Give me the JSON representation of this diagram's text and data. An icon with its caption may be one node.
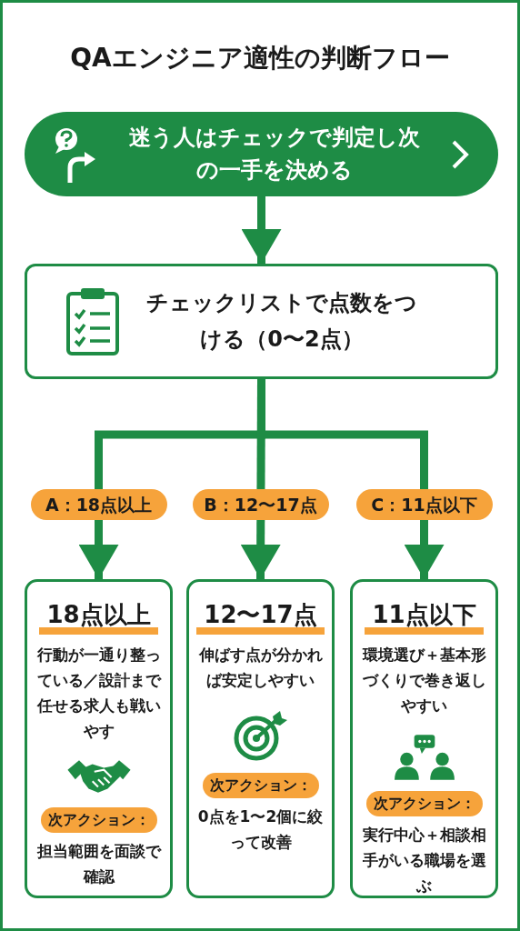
{
  "diagram": {
    "title": "QAエンジニア適性の判断フロー",
    "nodes": [
      {
        "text": [
          "迷う人はチェックで判定し次の一手を決める"
        ]
      },
      {
        "text": [
          "チェックリストで点数をつける（0〜2点）"
        ]
      },
      {
        "text": [
          "18点以上",
          "行動が一通り整っている／設計まで任せる求人も戦いやす",
          "次アクション：",
          "担当範囲を面談で確認"
        ]
      },
      {
        "text": [
          "12〜17点",
          "伸ばす点が分かれば安定しやすい",
          "次アクション：",
          "0点を1〜2個に絞って改善"
        ]
      },
      {
        "text": [
          "11点以下",
          "環境選び＋基本形づくりで巻き返しやすい",
          "次アクション：",
          "実行中心＋相談相手がいる職場を選ぶ"
        ]
      }
    ],
    "edges": [
      {
        "from": 0,
        "to": 1,
        "arrow": "to"
      },
      {
        "from": 1,
        "to": 2,
        "arrow": "to",
        "label": "A：18点以上"
      },
      {
        "from": 1,
        "to": 3,
        "arrow": "to",
        "label": "B：12〜17点"
      },
      {
        "from": 1,
        "to": 4,
        "arrow": "to",
        "label": "C：11点以下"
      }
    ]
  }
}
